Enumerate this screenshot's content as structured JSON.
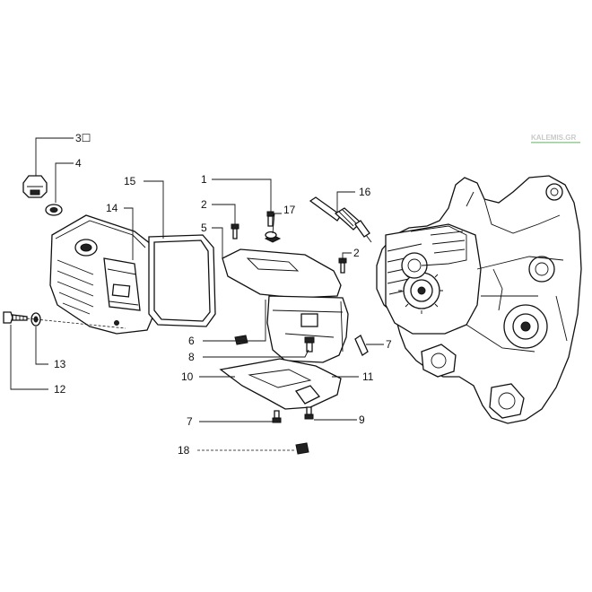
{
  "watermark": "KALEMIS.GR",
  "callouts": {
    "c1": "1",
    "c2a": "2",
    "c2b": "2",
    "c3": "3☐",
    "c4": "4",
    "c5": "5",
    "c6": "6",
    "c7a": "7",
    "c7b": "7",
    "c8": "8",
    "c9": "9",
    "c10": "10",
    "c11": "11",
    "c12": "12",
    "c13": "13",
    "c14": "14",
    "c15": "15",
    "c16": "16",
    "c17": "17",
    "c18": "18"
  }
}
